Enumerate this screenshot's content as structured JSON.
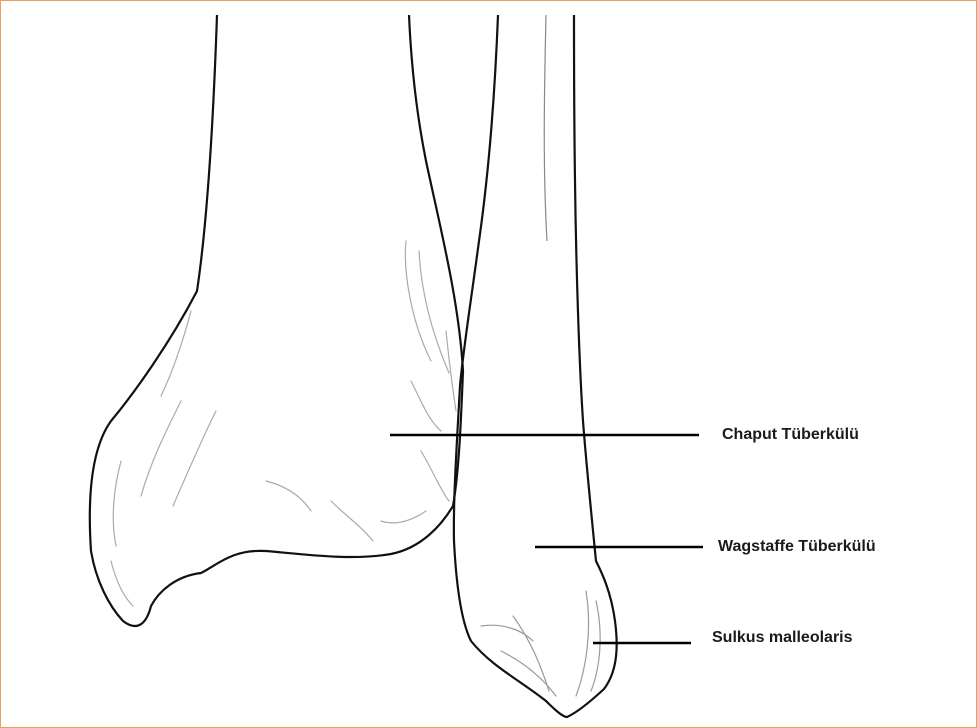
{
  "colors": {
    "frame_border": "#e8a15a",
    "outline": "#111111",
    "shading": "#aaaaaa",
    "leader": "#000000"
  },
  "labels": {
    "chaput": "Chaput Tüberkülü",
    "wagstaffe": "Wagstaffe Tüberkülü",
    "sulkus": "Sulkus malleolaris"
  }
}
